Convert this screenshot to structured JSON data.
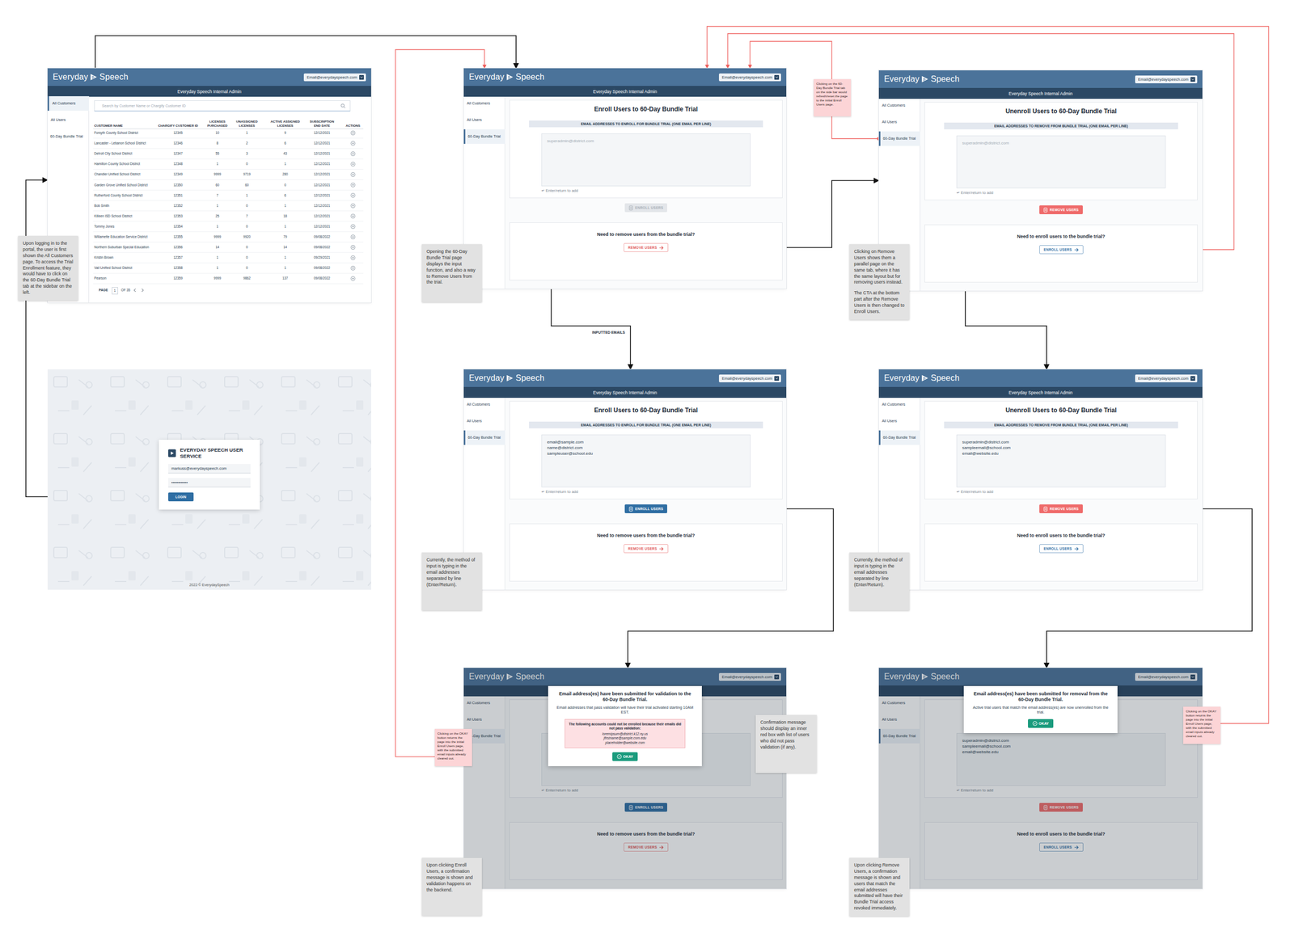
{
  "diagram": {
    "nodes": [
      {
        "text": [
          "Everyday",
          "Speech",
          "Email@everydayspeech.com",
          "Everyday Speech Internal Admin",
          "All Customers",
          "All Users"
        ]
      },
      {
        "text": [
          "60-Day Bundle Trial"
        ],
        "in": 0
      },
      {
        "text": [
          "Search by Customer Name or Chargify Customer ID"
        ],
        "in": 0
      },
      {
        "text": [
          "Upon logging in to the portal, the user is first shown the All Customers page. To access the Trial Enrollment feature, they would have to click on the 60-Day Bundle Trial tab at the sidebar on the left."
        ]
      },
      {
        "text": [
          "2022 © EverydaySpeech"
        ]
      },
      {
        "text": [
          "EVERYDAY SPEECH USER SERVICE"
        ],
        "in": 4
      },
      {
        "text": [
          "markuss@everydayspeech.com"
        ],
        "in": 5
      },
      {
        "text": [
          "••••••••••••"
        ],
        "in": 5
      },
      {
        "text": [
          "LOGIN"
        ],
        "in": 5
      },
      {
        "text": [
          "Everyday",
          "Speech",
          "Email@everydayspeech.com",
          "Everyday Speech Internal Admin",
          "All Customers",
          "All Users",
          "Enroll Users to 60-Day Bundle Trial",
          "EMAIL ADDRESSES TO ENROLL FOR BUNDLE TRIAL (ONE EMAIL PER LINE)",
          "↵ Enter/return to add",
          "Need to remove users from the bundle trial?"
        ]
      },
      {
        "text": [
          "60-Day Bundle Trial"
        ],
        "in": 9
      },
      {
        "text": [
          "superadmin@district.com"
        ],
        "in": 9
      },
      {
        "text": [
          "ENROLL USERS"
        ],
        "in": 9
      },
      {
        "text": [
          "REMOVE USERS"
        ],
        "in": 9
      },
      {
        "text": [
          "Opening the 60-Day Bundle Trial page displays the input function, and also a way to Remove Users from the trial."
        ]
      },
      {
        "text": [
          "Clicking on the 60-Day Bundle Trial tab on the side bar would refresh/reset the page to the initial Enroll Users page."
        ]
      },
      {
        "text": [
          "Everyday",
          "Speech",
          "Email@everydayspeech.com",
          "Everyday Speech Internal Admin",
          "All Customers",
          "All Users",
          "Unenroll Users to 60-Day Bundle Trial",
          "EMAIL ADDRESSES TO REMOVE FROM BUNDLE TRIAL (ONE EMAIL PER LINE)",
          "↵ Enter/return to add",
          "Need to enroll users to the bundle trial?"
        ]
      },
      {
        "text": [
          "60-Day Bundle Trial"
        ],
        "in": 16
      },
      {
        "text": [
          "superadmin@district.com"
        ],
        "in": 16
      },
      {
        "text": [
          "REMOVE USERS"
        ],
        "in": 16
      },
      {
        "text": [
          "ENROLL USERS"
        ],
        "in": 16
      },
      {
        "text": [
          "Clicking on Remove Users shows them a parallel page on the same tab, where it has the same layout but for removing users instead.",
          "The CTA at the bottom part after the Remove Users is then changed to Enroll Users."
        ]
      },
      {
        "text": [
          "Everyday",
          "Speech",
          "Email@everydayspeech.com",
          "Everyday Speech Internal Admin",
          "All Customers",
          "All Users",
          "Enroll Users to 60-Day Bundle Trial",
          "EMAIL ADDRESSES TO ENROLL FOR BUNDLE TRIAL (ONE EMAIL PER LINE)",
          "↵ Enter/return to add",
          "Need to remove users from the bundle trial?"
        ]
      },
      {
        "text": [
          "60-Day Bundle Trial"
        ],
        "in": 22
      },
      {
        "text": [
          "email@sample.com",
          "name@district.com",
          "sampleuser@school.edu"
        ],
        "in": 22
      },
      {
        "text": [
          "ENROLL USERS"
        ],
        "in": 22
      },
      {
        "text": [
          "REMOVE USERS"
        ],
        "in": 22
      },
      {
        "text": [
          "Currently, the method of input is typing in the email addresses separated by line (Enter/Return)."
        ]
      },
      {
        "text": [
          "Everyday",
          "Speech",
          "Email@everydayspeech.com",
          "Everyday Speech Internal Admin",
          "All Customers",
          "All Users",
          "Unenroll Users to 60-Day Bundle Trial",
          "EMAIL ADDRESSES TO REMOVE FROM BUNDLE TRIAL (ONE EMAIL PER LINE)",
          "↵ Enter/return to add",
          "Need to enroll users to the bundle trial?"
        ]
      },
      {
        "text": [
          "60-Day Bundle Trial"
        ],
        "in": 28
      },
      {
        "text": [
          "superadmin@district.com",
          "sampleemail@school.com",
          "email@website.edu"
        ],
        "in": 28
      },
      {
        "text": [
          "REMOVE USERS"
        ],
        "in": 28
      },
      {
        "text": [
          "ENROLL USERS"
        ],
        "in": 28
      },
      {
        "text": [
          "Currently, the method of input is typing in the email addresses separated by line (Enter/Return)."
        ]
      },
      {
        "text": [
          "Everyday",
          "Speech",
          "Email@everydayspeech.com",
          "Everyday Speech Internal Admin",
          "All Customers",
          "All Users",
          "↵ Enter/return to add",
          "Need to remove users from the bundle trial?"
        ]
      },
      {
        "text": [
          "60-Day Bundle Trial"
        ],
        "in": 34
      },
      {
        "text": [
          "ENROLL USERS"
        ],
        "in": 34
      },
      {
        "text": [
          "REMOVE USERS"
        ],
        "in": 34
      },
      {
        "text": [
          "Email address(es) have been submitted for validation to the 60-Day Bundle Trial.",
          "Email addresses that pass validation will have their trial activated starting 10AM EST."
        ],
        "in": 34
      },
      {
        "text": [
          "The following accounts could not be enrolled because their emails did not pass validation:",
          "loremipsum@district.k12.ny.us",
          "jfirstname@sample.com.edu",
          "placeholder@website.com"
        ],
        "in": 38
      },
      {
        "text": [
          "OKAY"
        ],
        "in": 38
      },
      {
        "text": [
          "Clicking on the OKAY button returns the page into the initial Enroll Users page, with the submitted email inputs already cleared out."
        ]
      },
      {
        "text": [
          "Confirmation message should display an inner red box with list of users who did not pass validation (if any)."
        ]
      },
      {
        "text": [
          "Upon clicking Enroll Users, a confirmation message is shown and validation happens on the backend."
        ]
      },
      {
        "text": [
          "Everyday",
          "Speech",
          "Email@everydayspeech.com",
          "Everyday Speech Internal Admin",
          "All Customers",
          "All Users",
          "↵ Enter/return to add",
          "Need to enroll users to the bundle trial?"
        ]
      },
      {
        "text": [
          "60-Day Bundle Trial"
        ],
        "in": 44
      },
      {
        "text": [
          "superadmin@district.com",
          "sampleemail@school.com",
          "email@website.edu"
        ],
        "in": 44
      },
      {
        "text": [
          "REMOVE USERS"
        ],
        "in": 44
      },
      {
        "text": [
          "ENROLL USERS"
        ],
        "in": 44
      },
      {
        "text": [
          "Email address(es) have been submitted for removal from the 60-Day Bundle Trial.",
          "Active trial users that match the email address(es) are now unenrolled from the trial."
        ],
        "in": 44
      },
      {
        "text": [
          "OKAY"
        ],
        "in": 49
      },
      {
        "text": [
          "Clicking on the OKAY button returns the page into the initial Enroll Users page, with the submitted email inputs already cleared out."
        ]
      },
      {
        "text": [
          "Upon clicking Remove Users, a confirmation message is shown and users that match the email addresses submitted will have their Bundle Trial access revoked immediately."
        ]
      }
    ],
    "edges": [
      {
        "from": 8,
        "to": 0,
        "arrow": "to"
      },
      {
        "from": 1,
        "to": 9,
        "arrow": "to"
      },
      {
        "from": 11,
        "to": 22,
        "label": "INPUTTED EMAILS",
        "arrow": "to"
      },
      {
        "from": 13,
        "to": 16,
        "arrow": "to"
      },
      {
        "from": 18,
        "to": 28,
        "arrow": "to"
      },
      {
        "from": 25,
        "to": 34,
        "arrow": "to"
      },
      {
        "from": 31,
        "to": 44,
        "arrow": "to"
      },
      {
        "from": 40,
        "to": 9,
        "arrow": "to"
      },
      {
        "from": 20,
        "to": 9,
        "arrow": "to"
      },
      {
        "from": 17,
        "to": 9,
        "arrow": "to"
      },
      {
        "from": 50,
        "to": 9,
        "arrow": "to"
      }
    ],
    "labels": [
      "CUSTOMER NAME",
      "CHARGIFY CUSTOMER ID",
      "LICENSES PURCHASED",
      "UNASSIGNED LICENSES",
      "ACTIVE ASSIGNED LICENSES",
      "SUBSCRIPTION END DATE",
      "ACTIONS",
      "Forsyth County School District",
      "12345",
      "10",
      "1",
      "9",
      "12/12/2021",
      "Lancaster - Lebanon School District",
      "12346",
      "8",
      "2",
      "6",
      "12/12/2021",
      "Detroit City School District",
      "12347",
      "55",
      "3",
      "43",
      "12/12/2021",
      "Hamilton County School District",
      "12348",
      "1",
      "0",
      "1",
      "12/12/2021",
      "Chandler Unified School District",
      "12349",
      "9999",
      "9719",
      "280",
      "12/12/2021",
      "Garden Grove Unified School District",
      "12350",
      "60",
      "60",
      "0",
      "12/12/2021",
      "Rutherford County School District",
      "12351",
      "7",
      "1",
      "6",
      "12/12/2021",
      "Bob Smith",
      "12352",
      "1",
      "0",
      "1",
      "12/12/2021",
      "Killeen ISD School District",
      "12353",
      "25",
      "7",
      "18",
      "12/12/2021",
      "Tommy Jones",
      "12354",
      "1",
      "0",
      "1",
      "12/12/2021",
      "Willamette Education Service District",
      "12355",
      "9999",
      "9920",
      "79",
      "09/08/2022",
      "Northern Suburban Special Education",
      "12356",
      "14",
      "0",
      "14",
      "09/08/2022",
      "Kristin Brown",
      "12357",
      "1",
      "0",
      "1",
      "09/29/2021",
      "Vail Unified School District",
      "12358",
      "1",
      "0",
      "1",
      "09/08/2022",
      "Pearson",
      "12359",
      "9999",
      "9862",
      "137",
      "09/08/2022",
      "PAGE",
      "1",
      "OF 35"
    ]
  }
}
